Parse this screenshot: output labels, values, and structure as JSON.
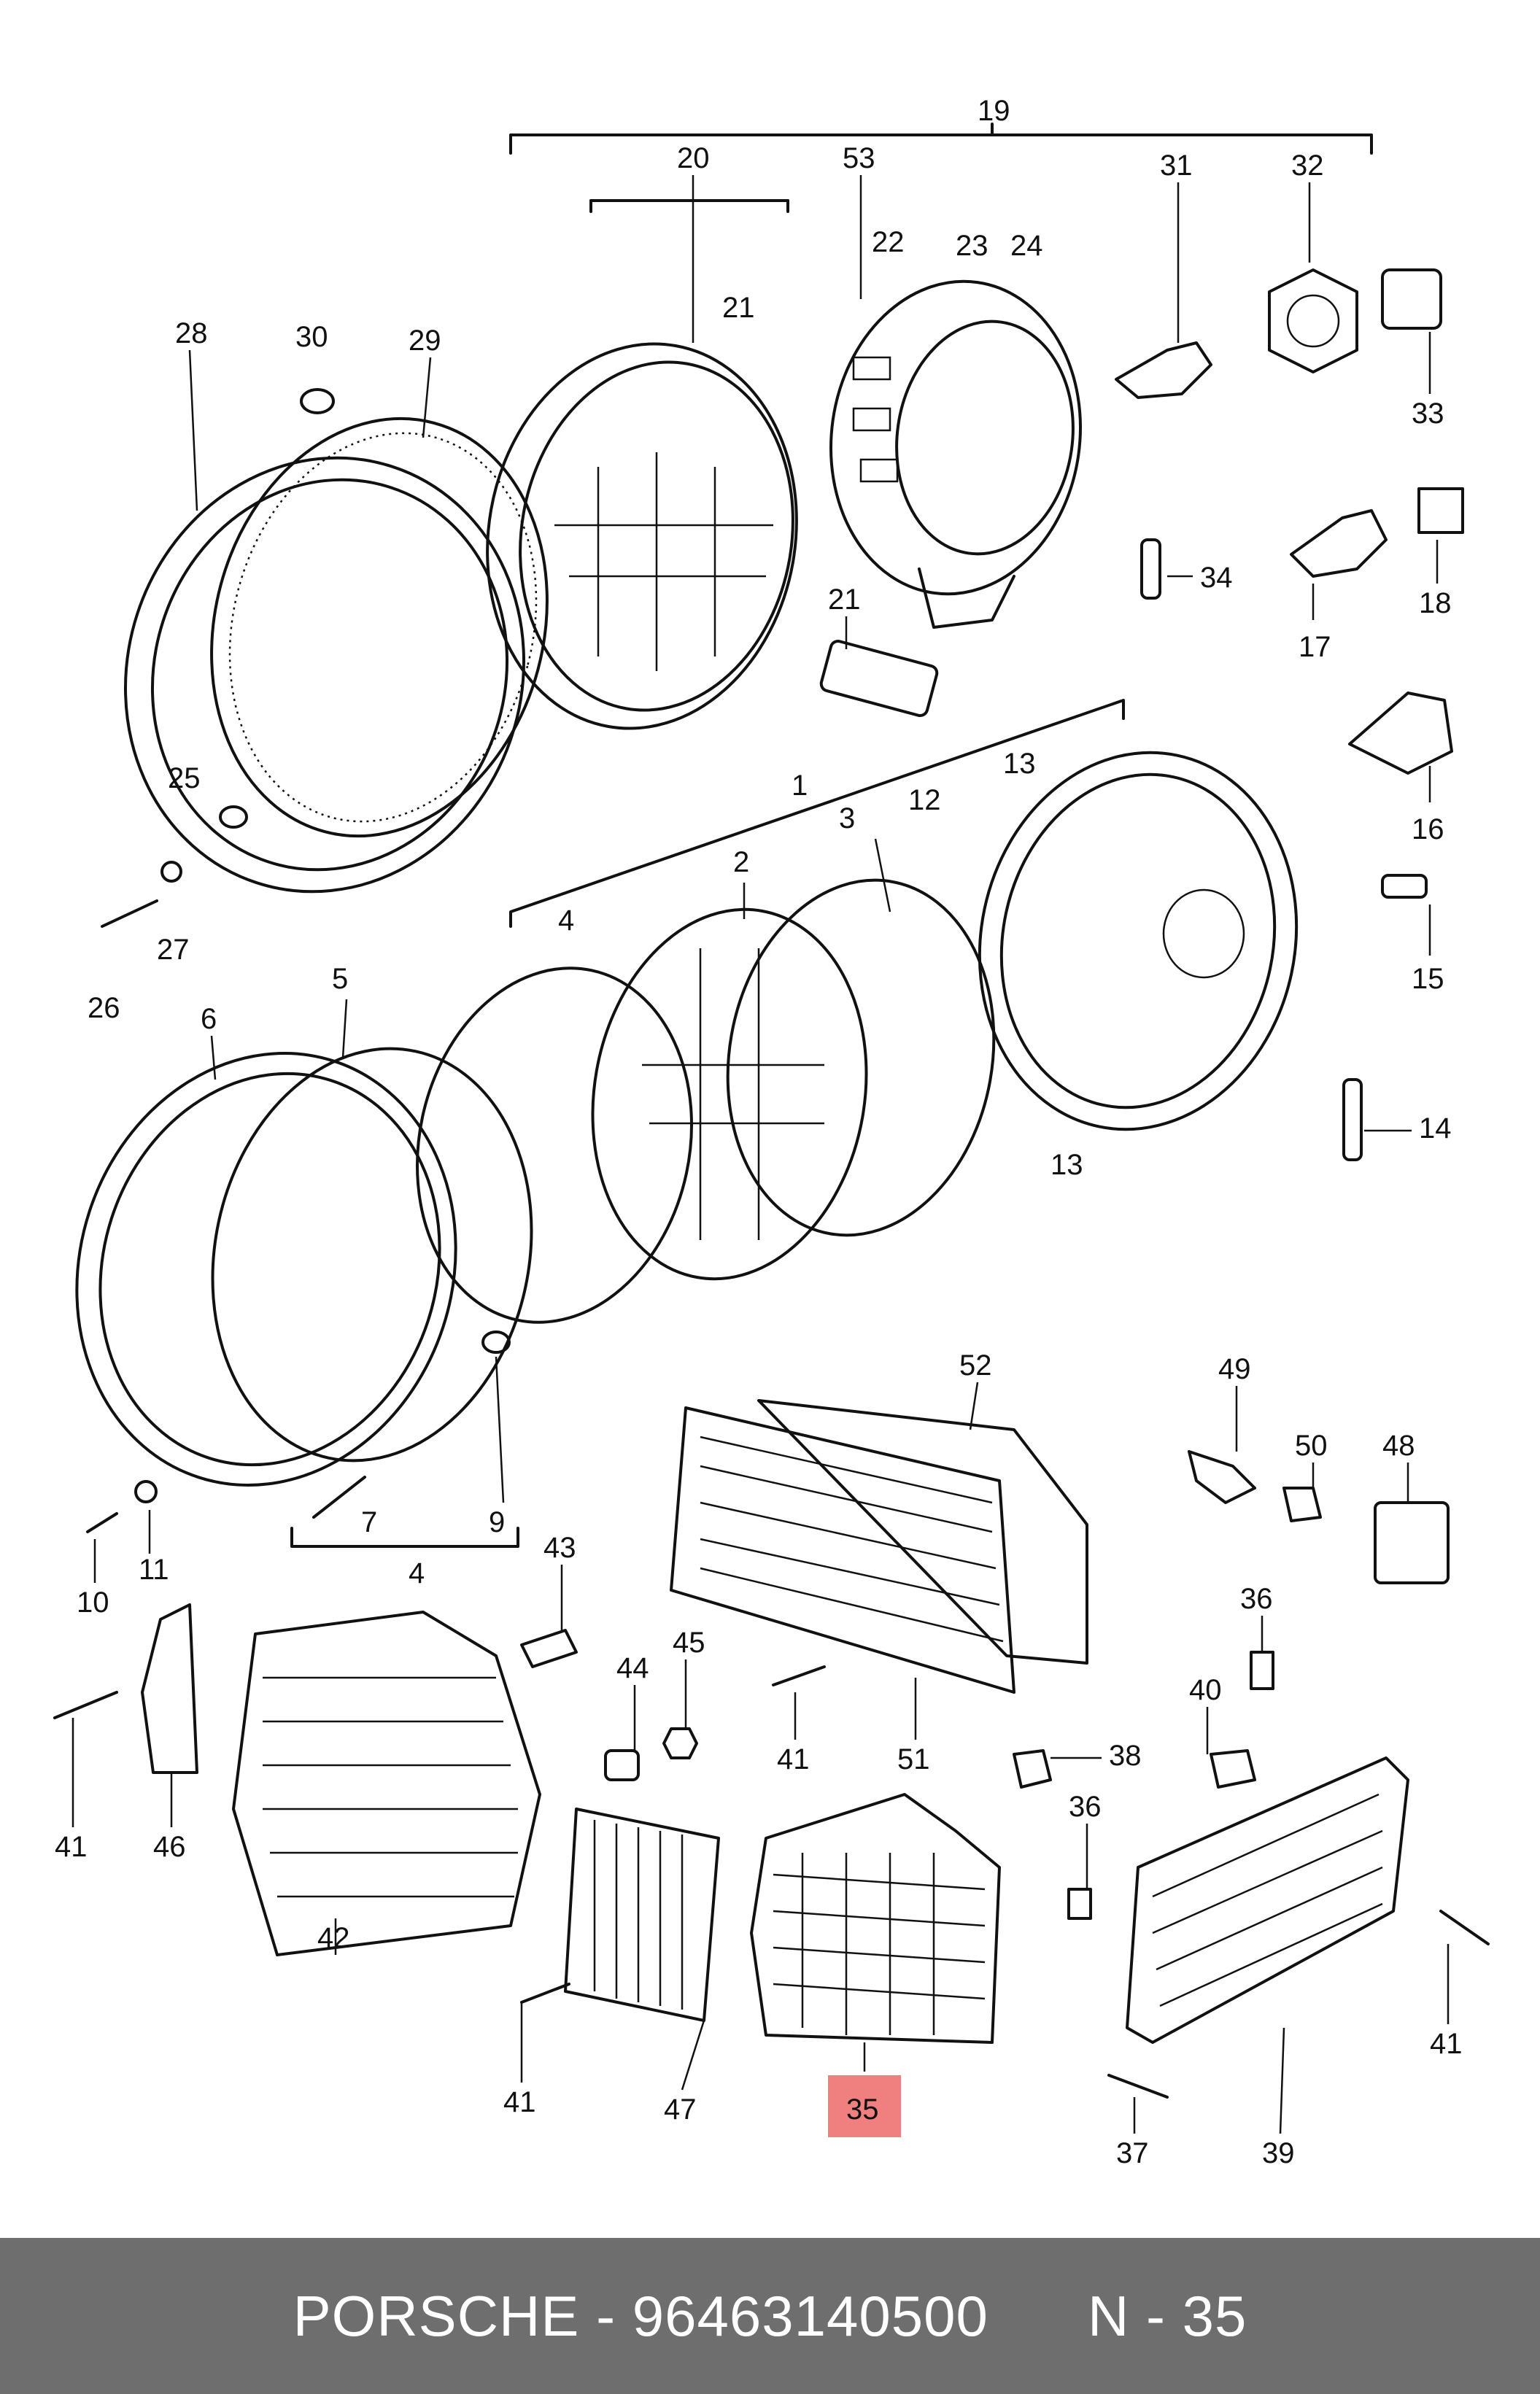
{
  "footer": {
    "brand": "PORSCHE",
    "separator": "-",
    "part_number": "96463140500",
    "catalog_ref": "N - 35"
  },
  "diagram": {
    "highlight_color": "#f08080",
    "highlighted_part": "35",
    "labels": {
      "l19": "19",
      "l20": "20",
      "l53": "53",
      "l31": "31",
      "l32": "32",
      "l22": "22",
      "l23": "23",
      "l24": "24",
      "l21a": "21",
      "l21b": "21",
      "l28": "28",
      "l30": "30",
      "l29": "29",
      "l33": "33",
      "l34": "34",
      "l17": "17",
      "l18": "18",
      "l25": "25",
      "l27": "27",
      "l26": "26",
      "l1": "1",
      "l13a": "13",
      "l12": "12",
      "l3": "3",
      "l2": "2",
      "l4a": "4",
      "l16": "16",
      "l15": "15",
      "l5": "5",
      "l6": "6",
      "l14": "14",
      "l13b": "13",
      "l7": "7",
      "l9": "9",
      "l4b": "4",
      "l10": "10",
      "l11": "11",
      "l52": "52",
      "l49": "49",
      "l50": "50",
      "l48": "48",
      "l43": "43",
      "l44": "44",
      "l45": "45",
      "l36a": "36",
      "l40": "40",
      "l41a": "41",
      "l41b": "41",
      "l51": "51",
      "l38": "38",
      "l46": "46",
      "l42": "42",
      "l36b": "36",
      "l41c": "41",
      "l47": "47",
      "l41d": "41",
      "l35": "35",
      "l37": "37",
      "l39": "39"
    }
  }
}
